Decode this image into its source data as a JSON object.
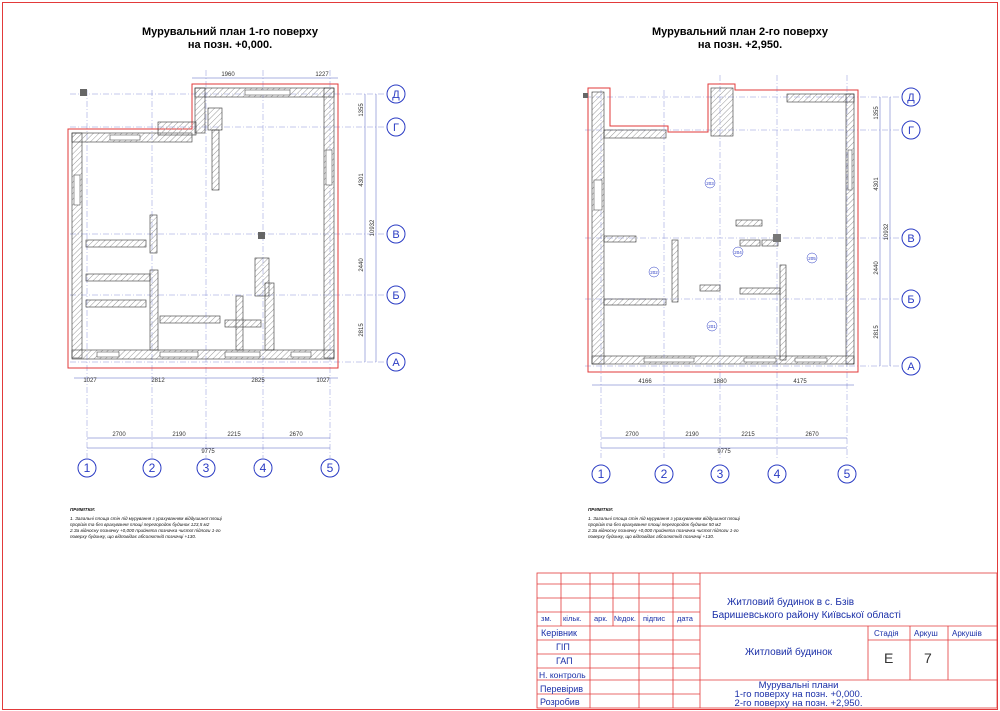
{
  "plan1": {
    "title_line1": "Мурувальний план 1-го поверху",
    "title_line2": "на позн. +0,000.",
    "axes_cols": [
      "1",
      "2",
      "3",
      "4",
      "5"
    ],
    "axes_rows": [
      "Д",
      "Г",
      "В",
      "Б",
      "А"
    ],
    "dims_bottom": [
      "2700",
      "2190",
      "2215",
      "2670"
    ],
    "dim_total": "9775",
    "dims_outer_bottom": [
      "1027",
      "2812",
      "2825",
      "1027"
    ],
    "dims_right": [
      "1355",
      "4301",
      "2440",
      "2815"
    ],
    "dim_right_total": "10932",
    "dims_top": [
      "1960",
      "1227"
    ],
    "notes_title": "ПРИМІТКИ:",
    "notes": [
      "1. Загальні площа стін під мурування з урахуванням віддушиної площі",
      "прорізів та без врахування площі перегородок будинок 123,5 м2",
      "2.За відносну позначку +0,000 прийнята позначка чистої підлоги 1-го",
      "поверху       будинку, що відповідає абсолютній позначці +130."
    ]
  },
  "plan2": {
    "title_line1": "Мурувальний план 2-го поверху",
    "title_line2": "на позн. +2,950.",
    "axes_cols": [
      "1",
      "2",
      "3",
      "4",
      "5"
    ],
    "axes_rows": [
      "Д",
      "Г",
      "В",
      "Б",
      "А"
    ],
    "dims_bottom": [
      "2700",
      "2190",
      "2215",
      "2670"
    ],
    "dim_total": "9775",
    "dims_outer_bottom": [
      "4166",
      "1880",
      "4175"
    ],
    "dims_right": [
      "1355",
      "4301",
      "2440",
      "2815"
    ],
    "dim_right_total": "10932",
    "rooms": [
      "201",
      "202",
      "203",
      "204",
      "205"
    ],
    "notes_title": "ПРИМІТКИ:",
    "notes": [
      "1. Загальні площа стін під мурування з урахуванням віддушиної площі",
      "прорізів та без врахування площі перегородок будинок 50 м2",
      "2.За відносну позначку +0,000 прийнята позначка чистої підлоги 1-го",
      "поверху       будинку, що відповідає абсолютній позначці +130."
    ]
  },
  "stamp": {
    "headers": [
      "зм.",
      "кільк.",
      "арк.",
      "№док.",
      "підпис",
      "дата"
    ],
    "roles": [
      "Керівник",
      "ГІП",
      "ГАП",
      "Н. контроль",
      "Перевірив",
      "Розробив"
    ],
    "project_line1": "Житловий будинок в с. Бзів",
    "project_line2": "Баришевського району  Київської області",
    "object": "Житловий будинок",
    "stage_label": "Стадія",
    "sheet_label": "Аркуш",
    "sheets_label": "Аркушів",
    "stage_value": "Е",
    "sheet_value": "7",
    "drawing_line1": "Мурувальні плани",
    "drawing_line2": "1-го поверху на позн. +0,000.",
    "drawing_line3": "2-го поверху на позн. +2,950."
  },
  "colors": {
    "axis": "#2b3cc4",
    "wall_outline": "#e23a3a",
    "hatch": "#888888",
    "text_blue": "#1a2fa8"
  }
}
